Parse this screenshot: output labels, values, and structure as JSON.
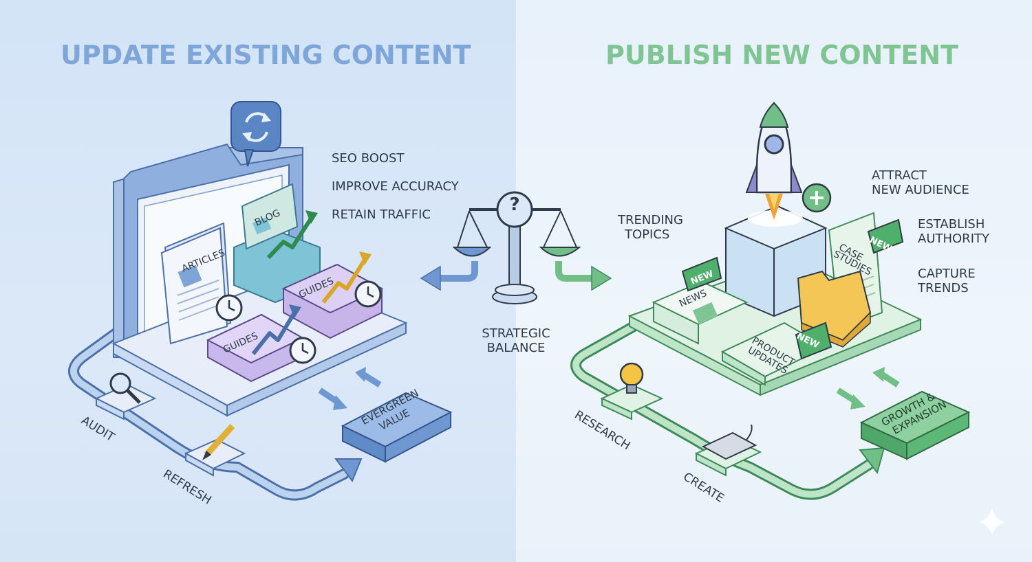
{
  "left": {
    "title": "UPDATE EXISTING CONTENT",
    "benefits": [
      "SEO BOOST",
      "IMPROVE ACCURACY",
      "RETAIN TRAFFIC"
    ],
    "docs": {
      "articles": "ARTICLES",
      "blog": "BLOG",
      "guides_a": "GUIDES",
      "guides_b": "GUIDES"
    },
    "cycle": {
      "audit": "AUDIT",
      "refresh": "REFRESH",
      "outcome_line1": "EVERGREEN",
      "outcome_line2": "VALUE"
    }
  },
  "center": {
    "line1": "STRATEGIC",
    "line2": "BALANCE",
    "question": "?"
  },
  "right": {
    "title": "PUBLISH NEW CONTENT",
    "benefits": {
      "attract_1": "ATTRACT",
      "attract_2": "NEW AUDIENCE",
      "establish_1": "ESTABLISH",
      "establish_2": "AUTHORITY",
      "capture_1": "CAPTURE",
      "capture_2": "TRENDS"
    },
    "trending_1": "TRENDING",
    "trending_2": "TOPICS",
    "docs": {
      "news": "NEWS",
      "case_1": "CASE",
      "case_2": "STUDIES",
      "product_1": "PRODUCT",
      "product_2": "UPDATES",
      "new_badge": "NEW"
    },
    "cycle": {
      "research": "RESEARCH",
      "create": "CREATE",
      "outcome_line1": "GROWTH &",
      "outcome_line2": "EXPANSION"
    }
  },
  "colors": {
    "left_accent": "#7ea6d9",
    "right_accent": "#7fc593",
    "ink": "#2f3a48"
  }
}
